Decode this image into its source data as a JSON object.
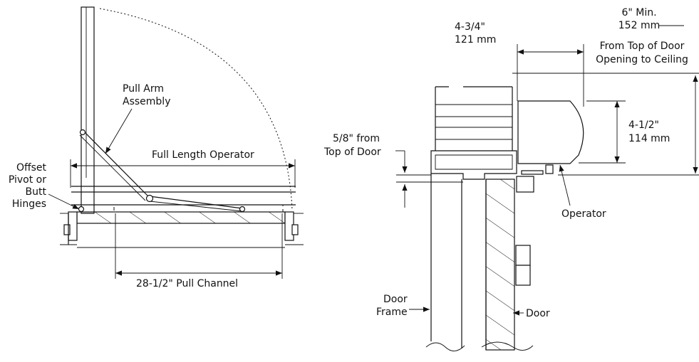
{
  "plan_view": {
    "pull_arm_label_line1": "Pull Arm",
    "pull_arm_label_line2": "Assembly",
    "operator_length_label": "Full Length Operator",
    "hinge_label_line1": "Offset",
    "hinge_label_line2": "Pivot or",
    "hinge_label_line3": "Butt",
    "hinge_label_line4": "Hinges",
    "channel_label": "28-1/2\" Pull Channel"
  },
  "section_view": {
    "clearance_line1": "6\" Min.",
    "clearance_line2": "152 mm",
    "clearance_line3": "From Top of Door",
    "clearance_line4": "Opening to Ceiling",
    "depth_line1": "4-3/4\"",
    "depth_line2": "121 mm",
    "height_line1": "4-1/2\"",
    "height_line2": "114 mm",
    "offset_line1": "5/8\" from",
    "offset_line2": "Top of Door",
    "operator_label": "Operator",
    "frame_label_line1": "Door",
    "frame_label_line2": "Frame",
    "door_label": "Door"
  }
}
